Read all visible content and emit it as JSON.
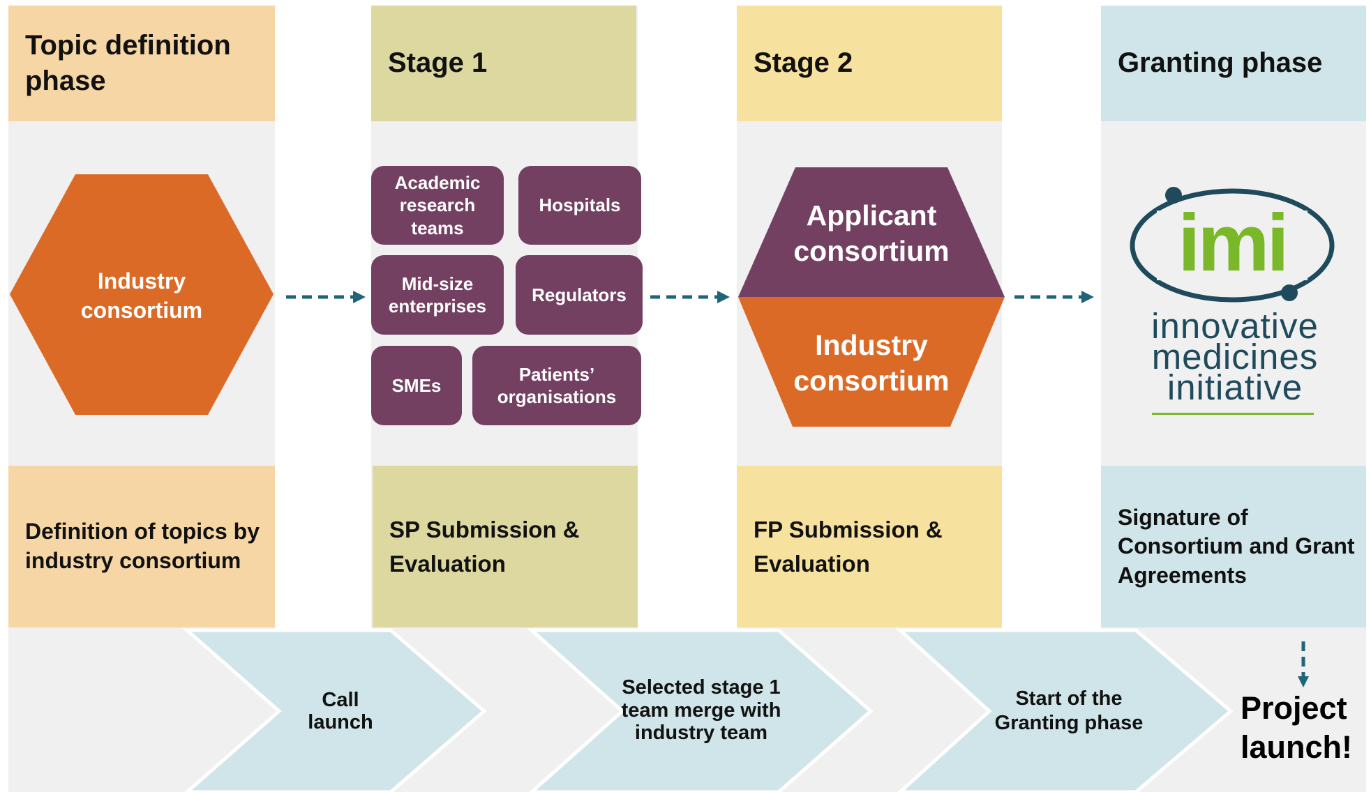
{
  "phases": [
    {
      "id": "topic",
      "header": "Topic definition phase",
      "description": "Definition of topics by industry consortium",
      "color": "#f6d6a5"
    },
    {
      "id": "stage1",
      "header": "Stage 1",
      "description": "SP Submission & Evaluation",
      "color": "#dcd8a0"
    },
    {
      "id": "stage2",
      "header": "Stage 2",
      "description": "FP Submission & Evaluation",
      "color": "#f6e29e"
    },
    {
      "id": "granting",
      "header": "Granting phase",
      "description": "Signature of Consortium and Grant Agreements",
      "color": "#d0e5e9"
    }
  ],
  "topic_shape": {
    "label": "Industry consortium",
    "color": "#dc6a27"
  },
  "stage1_groups": [
    "Academic research teams",
    "Hospitals",
    "Mid-size enterprises",
    "Regulators",
    "SMEs",
    "Patients’ organisations"
  ],
  "stage1_group_color": "#744062",
  "stage2_shape": {
    "top_label": "Applicant consortium",
    "bottom_label": "Industry consortium",
    "top_color": "#744062",
    "bottom_color": "#dc6a27"
  },
  "logo": {
    "mark": "imi",
    "line1": "innovative",
    "line2": "medicines",
    "line3": "initiative",
    "green": "#7ab829",
    "navy": "#1e4a5c"
  },
  "timeline": {
    "steps": [
      "Call launch",
      "Selected stage 1 team merge with industry team",
      "Start of the Granting phase"
    ],
    "final": "Project launch!",
    "chevron_color": "#d0e5e9",
    "arrow_color": "#1f6478"
  }
}
